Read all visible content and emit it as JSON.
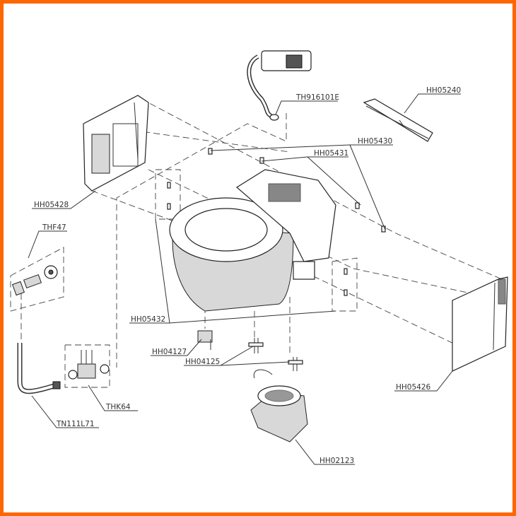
{
  "border_color": "#ff6600",
  "parts": {
    "valve": "TH916101E",
    "top_cover": "HH05240",
    "clip_a": "HH05430",
    "clip_b": "HH05431",
    "left_panel": "HH05428",
    "supply_kit": "THF47",
    "clip_set": "HH05432",
    "bracket": "HH04127",
    "mount_set": "HH04125",
    "stop_valve": "THK64",
    "supply_hose": "TN111L71",
    "right_panel": "HH05426",
    "flange": "HH02123"
  }
}
